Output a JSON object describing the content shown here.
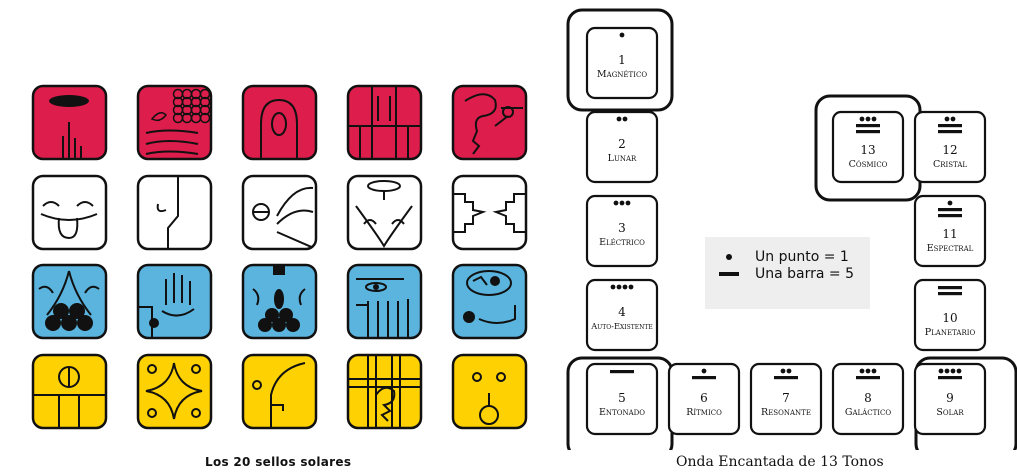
{
  "seals": {
    "caption": "Los 20 sellos solares",
    "rows": [
      {
        "color": "#dd1d4b",
        "icons": [
          "dragon-seal-icon",
          "wind-seal-icon",
          "night-seal-icon",
          "seed-seal-icon",
          "serpent-seal-icon"
        ]
      },
      {
        "color": "#ffffff",
        "icons": [
          "worldbridger-seal-icon",
          "hand-seal-icon",
          "star-seal-icon",
          "moon-seal-icon",
          "dog-seal-icon"
        ]
      },
      {
        "color": "#5ab4de",
        "icons": [
          "monkey-seal-icon",
          "human-seal-icon",
          "skywalker-seal-icon",
          "wizard-seal-icon",
          "eagle-seal-icon"
        ]
      },
      {
        "color": "#fed202",
        "icons": [
          "warrior-seal-icon",
          "earth-seal-icon",
          "mirror-seal-icon",
          "storm-seal-icon",
          "sun-seal-icon"
        ]
      }
    ]
  },
  "wave": {
    "caption": "Onda Encantada de 13 Tonos",
    "tones": [
      {
        "num": "1",
        "name": "Magnético",
        "dots": 1,
        "bars": 0
      },
      {
        "num": "2",
        "name": "Lunar",
        "dots": 2,
        "bars": 0
      },
      {
        "num": "3",
        "name": "Eléctrico",
        "dots": 3,
        "bars": 0
      },
      {
        "num": "4",
        "name": "Auto-Existente",
        "dots": 4,
        "bars": 0
      },
      {
        "num": "5",
        "name": "Entonado",
        "dots": 0,
        "bars": 1
      },
      {
        "num": "6",
        "name": "Rítmico",
        "dots": 1,
        "bars": 1
      },
      {
        "num": "7",
        "name": "Resonante",
        "dots": 2,
        "bars": 1
      },
      {
        "num": "8",
        "name": "Galáctico",
        "dots": 3,
        "bars": 1
      },
      {
        "num": "9",
        "name": "Solar",
        "dots": 4,
        "bars": 1
      },
      {
        "num": "10",
        "name": "Planetario",
        "dots": 0,
        "bars": 2
      },
      {
        "num": "11",
        "name": "Espectral",
        "dots": 1,
        "bars": 2
      },
      {
        "num": "12",
        "name": "Cristal",
        "dots": 2,
        "bars": 2
      },
      {
        "num": "13",
        "name": "Cósmico",
        "dots": 3,
        "bars": 2
      }
    ],
    "legend": {
      "dot": "Un punto = 1",
      "bar": "Una barra = 5"
    }
  }
}
